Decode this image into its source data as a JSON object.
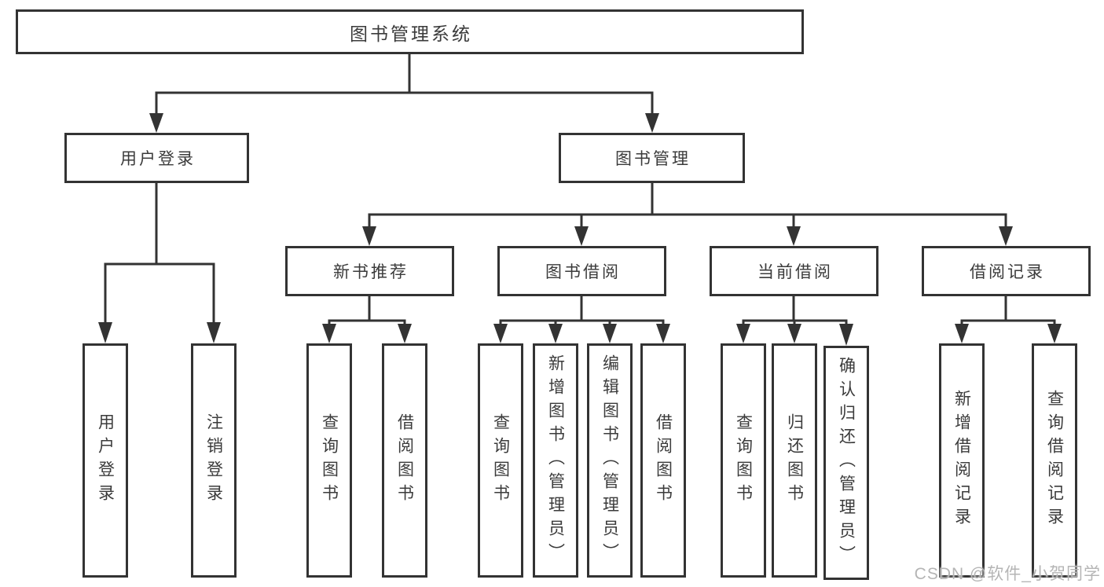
{
  "diagram": {
    "root_label": "图书管理系统",
    "branches": [
      {
        "label": "用户登录",
        "children": [
          "用户登录",
          "注销登录"
        ]
      },
      {
        "label": "图书管理",
        "children": [
          {
            "label": "新书推荐",
            "children": [
              "查询图书",
              "借阅图书"
            ]
          },
          {
            "label": "图书借阅",
            "children": [
              "查询图书",
              "新增图书（管理员）",
              "编辑图书（管理员）",
              "借阅图书"
            ]
          },
          {
            "label": "当前借阅",
            "children": [
              "查询图书",
              "归还图书",
              "确认归还（管理员）"
            ]
          },
          {
            "label": "借阅记录",
            "children": [
              "新增借阅记录",
              "查询借阅记录"
            ]
          }
        ]
      }
    ]
  },
  "watermark": {
    "text": "CSDN @软件_小贺同学"
  },
  "colors": {
    "line": "#333333",
    "box_border": "#333333",
    "box_fill": "#ffffff",
    "text": "#3b3b3b",
    "watermark": "#b5b5b5",
    "background": "#ffffff"
  }
}
